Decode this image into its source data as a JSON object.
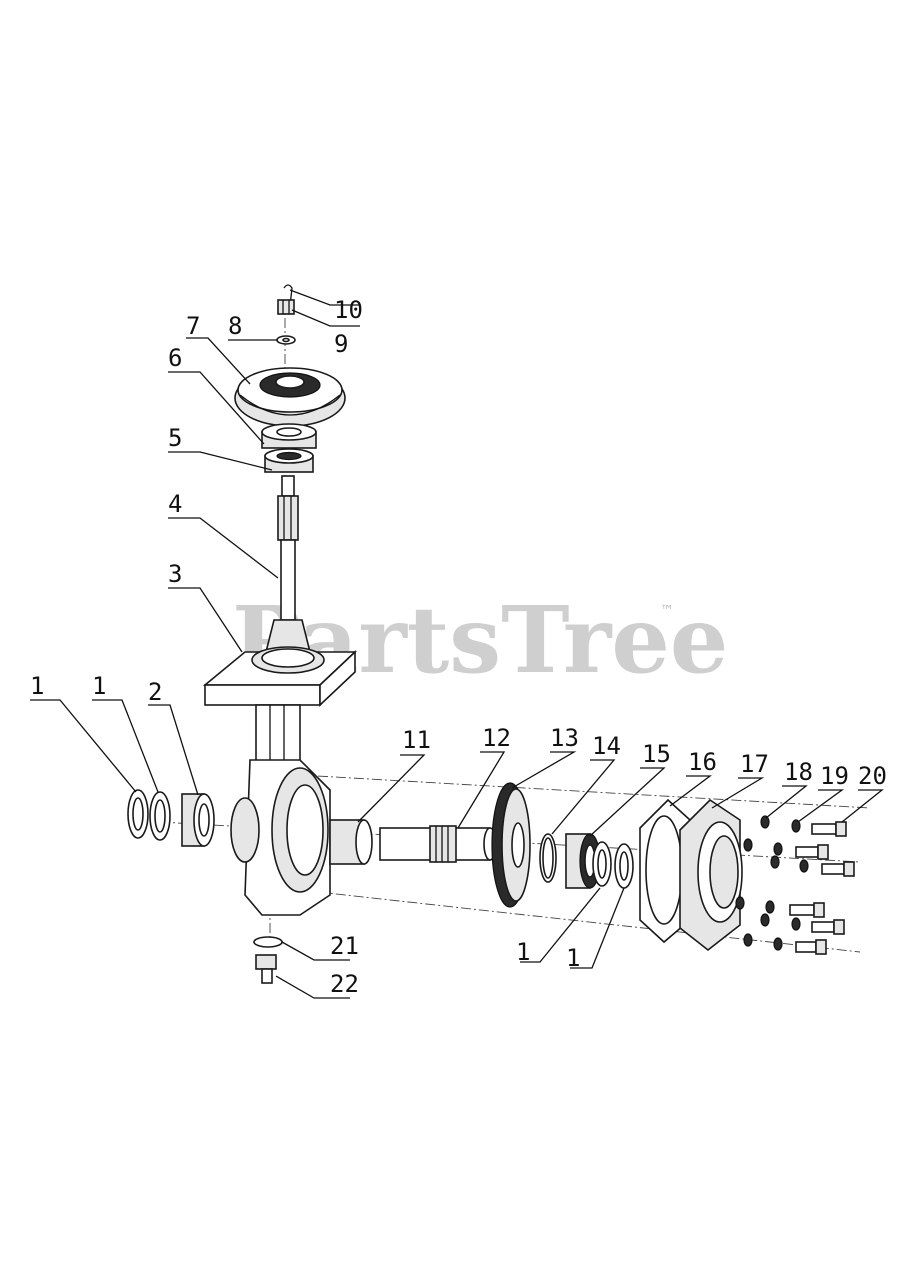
{
  "watermark": {
    "text": "PartsTree",
    "trademark": "™"
  },
  "labels": {
    "l1a": "1",
    "l1b": "1",
    "l2": "2",
    "l3": "3",
    "l4": "4",
    "l5": "5",
    "l6": "6",
    "l7": "7",
    "l8": "8",
    "l9": "9",
    "l10": "10",
    "l11": "11",
    "l12": "12",
    "l13": "13",
    "l14": "14",
    "l15": "15",
    "l16": "16",
    "l17": "17",
    "l18": "18",
    "l19": "19",
    "l20": "20",
    "l21": "21",
    "l22": "22",
    "l1c": "1",
    "l1d": "1"
  }
}
